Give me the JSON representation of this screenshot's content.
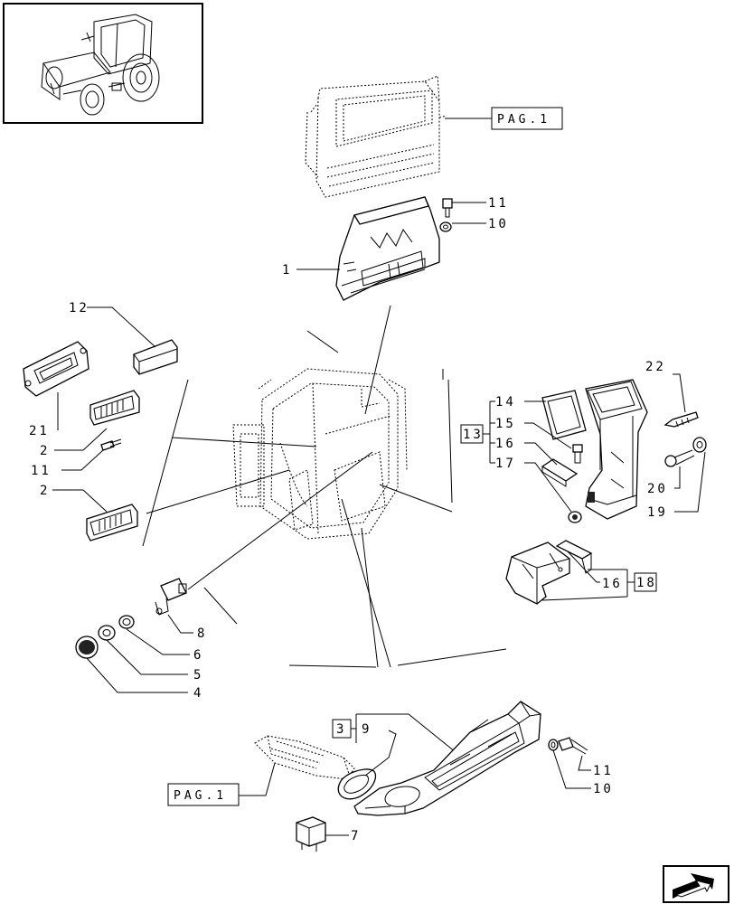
{
  "page_refs": {
    "top": "PAG.1",
    "bottom": "PAG.1"
  },
  "callouts": {
    "c1": "1",
    "c2a": "2",
    "c2b": "2",
    "c3": "3",
    "c4": "4",
    "c5": "5",
    "c6": "6",
    "c7": "7",
    "c8": "8",
    "c9": "9",
    "c10a": "10",
    "c10b": "10",
    "c11a": "11",
    "c11b": "11",
    "c11c": "11",
    "c12": "12",
    "c13": "13",
    "c14": "14",
    "c15": "15",
    "c16a": "16",
    "c16b": "16",
    "c17": "17",
    "c18": "18",
    "c19": "19",
    "c20": "20",
    "c21": "21",
    "c22": "22"
  },
  "icons": {
    "thumbnail": "tractor-thumbnail-icon",
    "nav": "next-page-arrow-icon"
  }
}
